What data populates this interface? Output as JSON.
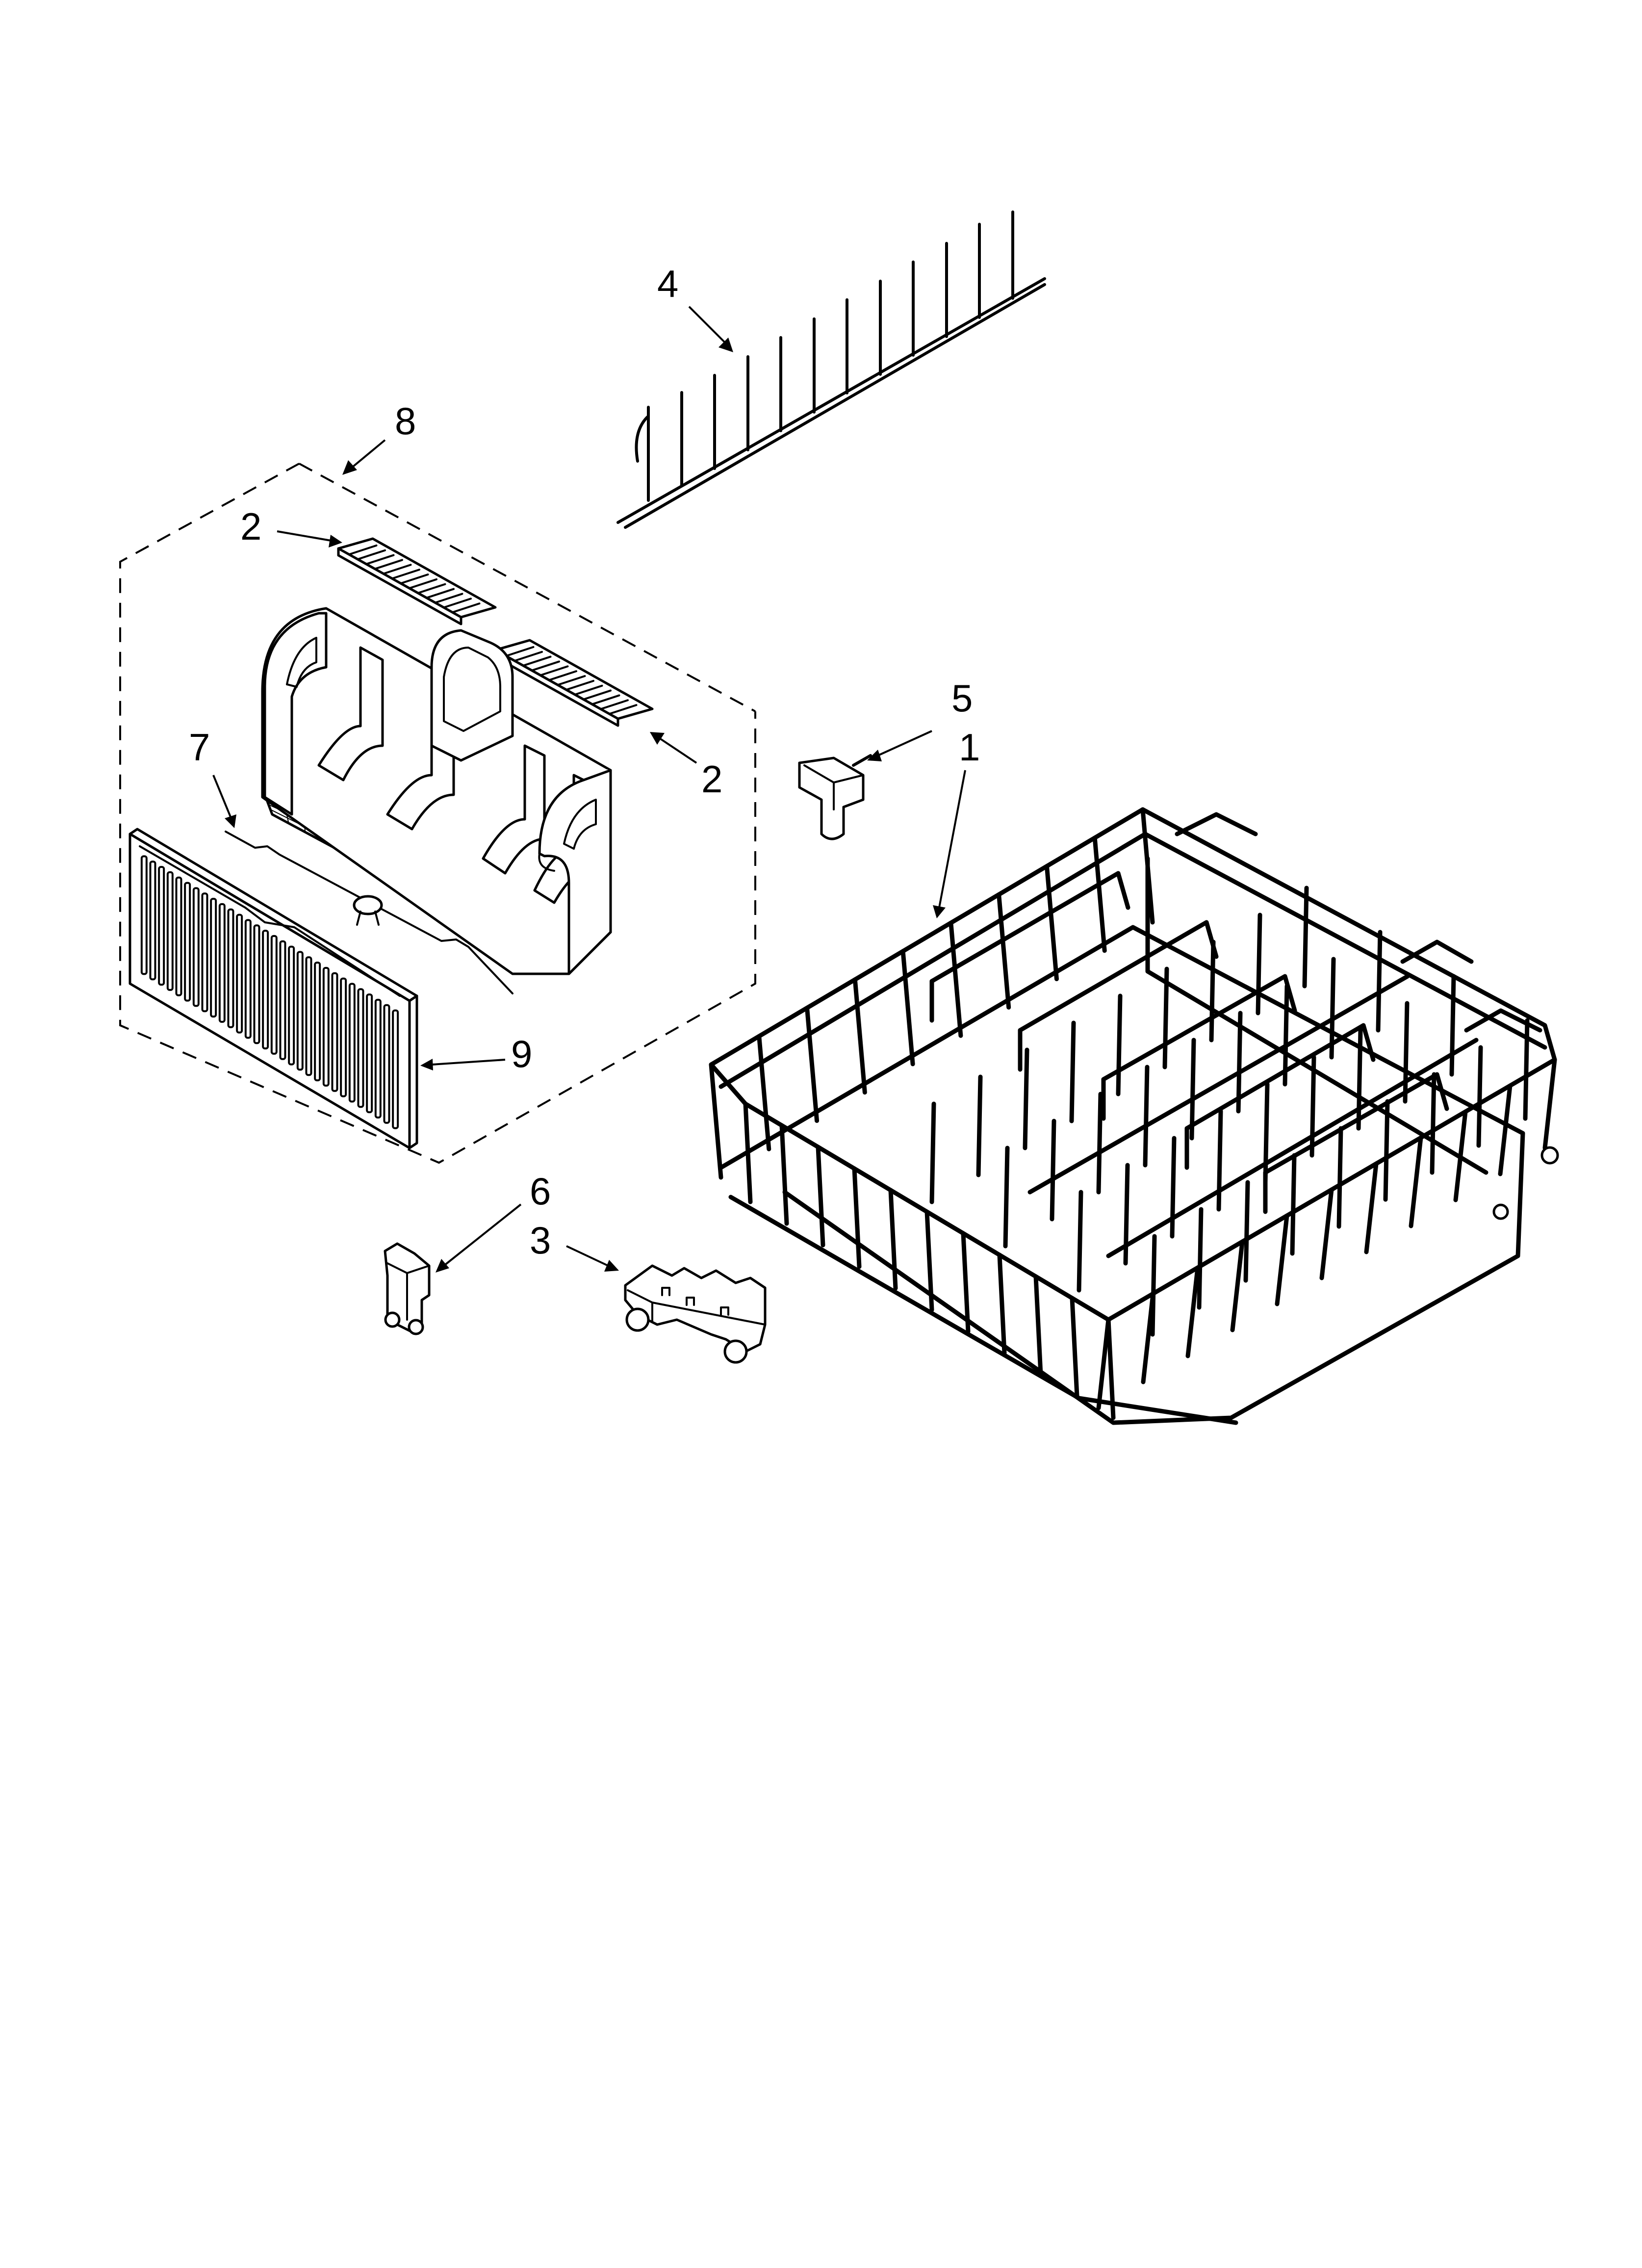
{
  "callouts": {
    "c1": "1",
    "c2a": "2",
    "c2b": "2",
    "c3": "3",
    "c4": "4",
    "c5": "5",
    "c6": "6",
    "c7": "7",
    "c8": "8",
    "c9": "9"
  }
}
